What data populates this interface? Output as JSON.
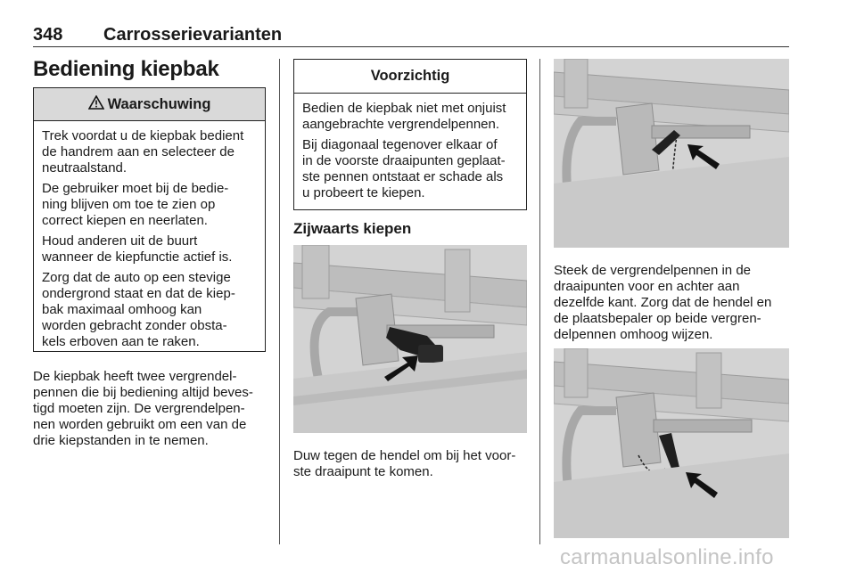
{
  "header": {
    "page_number": "348",
    "chapter": "Carrosserievarianten"
  },
  "section": {
    "title": "Bediening kiepbak"
  },
  "warning": {
    "title": "Waarschuwing",
    "icon": "warning-triangle-icon",
    "paragraphs": [
      "Trek voordat u de kiepbak bedient\nde handrem aan en selecteer de\nneutraalstand.",
      "De gebruiker moet bij de bedie-\nning blijven om toe te zien op\ncorrect kiepen en neerlaten.",
      "Houd anderen uit de buurt\nwanneer de kiepfunctie actief is.",
      "Zorg dat de auto op een stevige\nondergrond staat en dat de kiep-\nbak maximaal omhoog kan\nworden gebracht zonder obsta-\nkels erboven aan te raken."
    ]
  },
  "intro_text": "De kiepbak heeft twee vergrendel-\npennen die bij bediening altijd beves-\ntigd moeten zijn. De vergrendelpen-\nnen worden gebruikt om een van de\ndrie kiepstanden in te nemen.",
  "caution": {
    "title": "Voorzichtig",
    "paragraphs": [
      "Bedien de kiepbak niet met onjuist\naangebrachte vergrendelpennen.",
      "Bij diagonaal tegenover elkaar of\nin de voorste draaipunten geplaat-\nste pennen ontstaat er schade als\nu probeert te kiepen."
    ]
  },
  "sideways": {
    "heading": "Zijwaarts kiepen",
    "caption": "Duw tegen de hendel om bij het voor-\nste draaipunt te komen."
  },
  "right_column": {
    "caption": "Steek de vergrendelpennen in de\ndraaipunten voor en achter aan\ndezelfde kant. Zorg dat de hendel en\nde plaatsbepaler op beide vergren-\ndelpennen omhoog wijzen."
  },
  "watermark": "carmanualsonline.info",
  "colors": {
    "illustration_bg": "#d3d3d3",
    "box_header_bg": "#d9d9d9",
    "watermark": "#c4c4c4"
  }
}
